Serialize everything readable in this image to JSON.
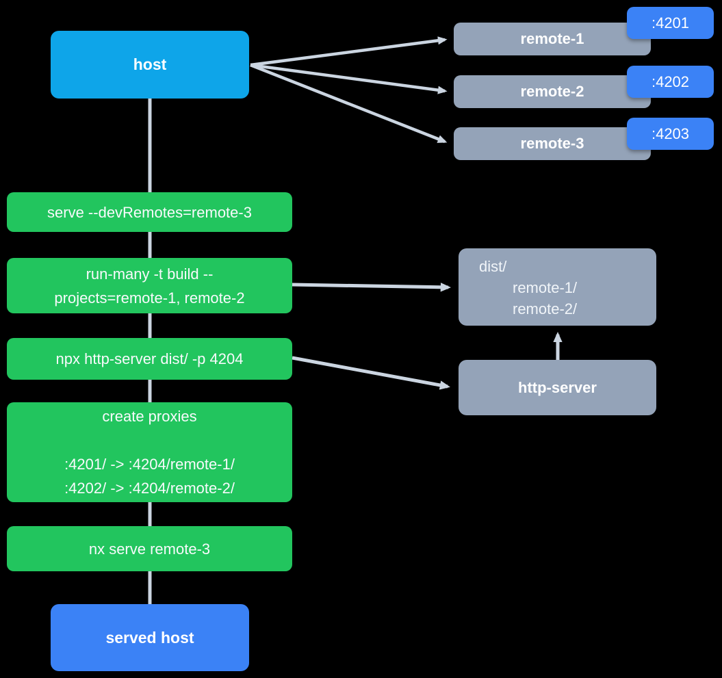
{
  "diagram": {
    "background": "#000000",
    "colors": {
      "host_node": "#0EA5E9",
      "step_node": "#22C55E",
      "artifact_node": "#94A3B8",
      "port_badge": "#3B82F6",
      "served_host_node": "#3B82F6",
      "connector": "#CBD5E1",
      "text": "#FFFFFF"
    },
    "host": {
      "label": "host"
    },
    "remotes": [
      {
        "label": "remote-1",
        "port": ":4201"
      },
      {
        "label": "remote-2",
        "port": ":4202"
      },
      {
        "label": "remote-3",
        "port": ":4203"
      }
    ],
    "steps": [
      {
        "lines": [
          "serve --devRemotes=remote-3"
        ]
      },
      {
        "lines": [
          "run-many -t build --",
          "projects=remote-1, remote-2"
        ]
      },
      {
        "lines": [
          "npx http-server dist/ -p 4204"
        ]
      },
      {
        "lines": [
          "create proxies",
          "",
          ":4201/ -> :4204/remote-1/",
          ":4202/ -> :4204/remote-2/"
        ]
      },
      {
        "lines": [
          "nx serve remote-3"
        ]
      }
    ],
    "dist": {
      "lines": [
        "dist/",
        "remote-1/",
        "remote-2/"
      ]
    },
    "http_server": {
      "label": "http-server"
    },
    "served_host": {
      "label": "served host"
    }
  }
}
